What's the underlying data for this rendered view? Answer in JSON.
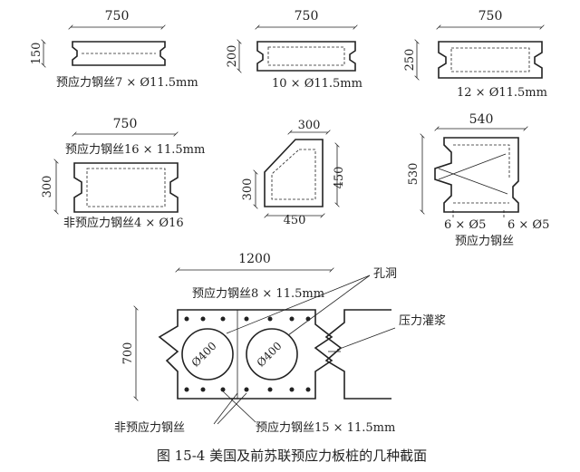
{
  "figure": {
    "caption": "图 15-4  美国及前苏联预应力板桩的几种截面",
    "sections": {
      "a": {
        "width": "750",
        "height": "150",
        "note": "预应力钢丝7 × Ø11.5mm"
      },
      "b": {
        "width": "750",
        "height": "200",
        "note": "10 × Ø11.5mm"
      },
      "c": {
        "width": "750",
        "height": "250",
        "note": "12 × Ø11.5mm"
      },
      "d": {
        "width": "750",
        "height": "300",
        "note_top": "预应力钢丝16 × 11.5mm",
        "note_bottom": "非预应力钢丝4 × Ø16"
      },
      "e": {
        "top": "300",
        "left": "300",
        "right": "450",
        "bottom": "450"
      },
      "f": {
        "width": "540",
        "height": "530",
        "rebar_left": "6 × Ø5",
        "rebar_right": "6 × Ø5",
        "note": "预应力钢丝"
      },
      "g": {
        "width": "1200",
        "height": "700",
        "note_top": "预应力钢丝8 × 11.5mm",
        "hole_label": "孔洞",
        "grout_label": "压力灌浆",
        "hole_dia_1": "Ø400",
        "hole_dia_2": "Ø400",
        "note_left_bottom": "非预应力钢丝",
        "note_right_bottom": "预应力钢丝15 × 11.5mm"
      }
    }
  }
}
